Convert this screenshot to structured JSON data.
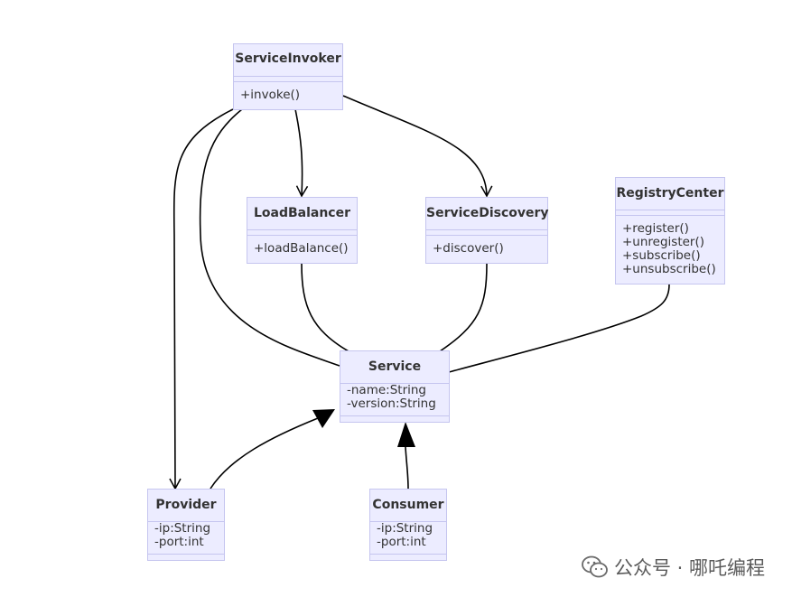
{
  "classes": {
    "service_invoker": {
      "name": "ServiceInvoker",
      "methods": [
        "+invoke()"
      ]
    },
    "load_balancer": {
      "name": "LoadBalancer",
      "methods": [
        "+loadBalance()"
      ]
    },
    "service_discovery": {
      "name": "ServiceDiscovery",
      "methods": [
        "+discover()"
      ]
    },
    "registry_center": {
      "name": "RegistryCenter",
      "methods": [
        "+register()",
        "+unregister()",
        "+subscribe()",
        "+unsubscribe()"
      ]
    },
    "service": {
      "name": "Service",
      "attributes": [
        "-name:String",
        "-version:String"
      ]
    },
    "provider": {
      "name": "Provider",
      "attributes": [
        "-ip:String",
        "-port:int"
      ]
    },
    "consumer": {
      "name": "Consumer",
      "attributes": [
        "-ip:String",
        "-port:int"
      ]
    }
  },
  "relations": [
    {
      "from": "ServiceInvoker",
      "to": "LoadBalancer",
      "type": "association"
    },
    {
      "from": "ServiceInvoker",
      "to": "ServiceDiscovery",
      "type": "association"
    },
    {
      "from": "ServiceInvoker",
      "to": "Provider",
      "type": "association"
    },
    {
      "from": "ServiceInvoker",
      "to": "Service",
      "type": "link"
    },
    {
      "from": "LoadBalancer",
      "to": "Service",
      "type": "link"
    },
    {
      "from": "ServiceDiscovery",
      "to": "Service",
      "type": "link"
    },
    {
      "from": "RegistryCenter",
      "to": "Service",
      "type": "link"
    },
    {
      "from": "Provider",
      "to": "Service",
      "type": "inheritance"
    },
    {
      "from": "Consumer",
      "to": "Service",
      "type": "inheritance"
    }
  ],
  "colors": {
    "box_fill": "#ececff",
    "box_border": "#c5c5ef",
    "line": "#000000",
    "text": "#333333"
  },
  "watermark": {
    "icon": "wechat-icon",
    "text": "公众号 · 哪吒编程"
  }
}
